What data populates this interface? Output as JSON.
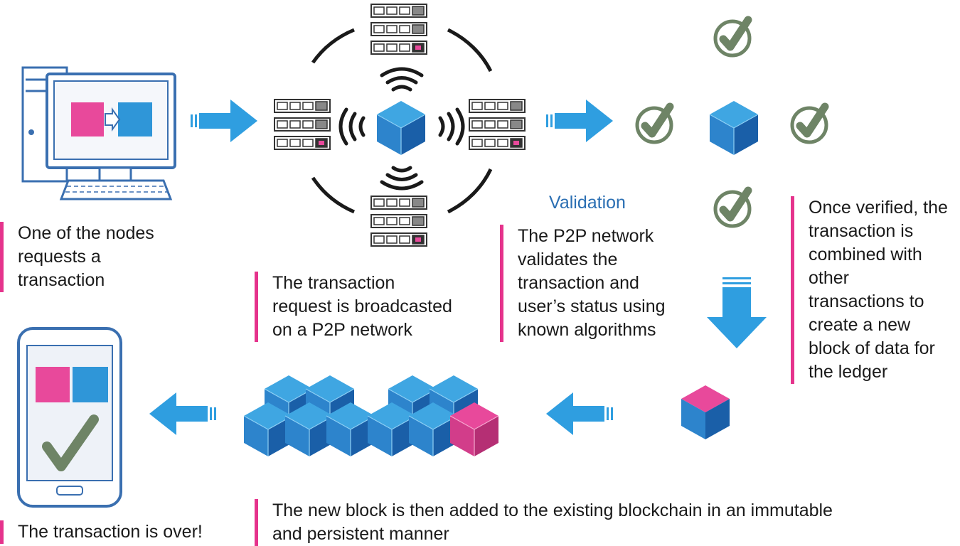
{
  "colors": {
    "pink": "#e8499b",
    "blue": "#2f96d8",
    "cube_light": "#3fa6e2",
    "cube_mid": "#2d84cc",
    "cube_dark": "#1a5fa8",
    "check_green": "#6e8466",
    "arrow_blue": "#2f9ee0",
    "text": "#1a1a1a",
    "label_blue": "#2b6fb3"
  },
  "icons": [
    "desktop-computer-icon",
    "server-rack-icon",
    "wifi-signal-icon",
    "blockchain-cube-icon",
    "check-circle-icon",
    "smartphone-icon",
    "arrow-right-icon",
    "arrow-left-icon",
    "arrow-down-icon"
  ],
  "steps": {
    "request": {
      "text": "One of the nodes\nrequests a\ntransaction"
    },
    "broadcast": {
      "text": "The transaction\nrequest is broadcasted\non a P2P network"
    },
    "validation": {
      "title": "Validation",
      "text": "The P2P network\nvalidates the\ntransaction and\nuser’s status using\nknown algorithms"
    },
    "combine": {
      "text": "Once verified, the\ntransaction is\ncombined with\nother\ntransactions to\ncreate a new\nblock of data for\nthe ledger"
    },
    "added": {
      "text": "The new block is then added to the existing blockchain in an immutable\nand persistent manner"
    },
    "complete": {
      "text": "The transaction is over!"
    }
  }
}
